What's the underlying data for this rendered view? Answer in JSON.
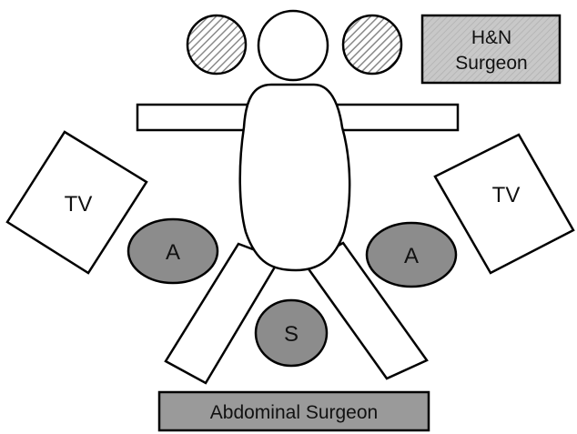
{
  "labels": {
    "hn_surgeon_line1": "H&N",
    "hn_surgeon_line2": "Surgeon",
    "abdominal_surgeon": "Abdominal Surgeon",
    "tv_left": "TV",
    "tv_right": "TV",
    "assistant_left": "A",
    "assistant_right": "A",
    "scrub": "S"
  },
  "colors": {
    "assistant_fill": "#8c8c8c",
    "hn_box_fill": "#c8c8c8",
    "abdominal_box_fill": "#9a9a9a",
    "hatch": "#9a9a9a",
    "outline": "#000000",
    "background": "#ffffff"
  }
}
